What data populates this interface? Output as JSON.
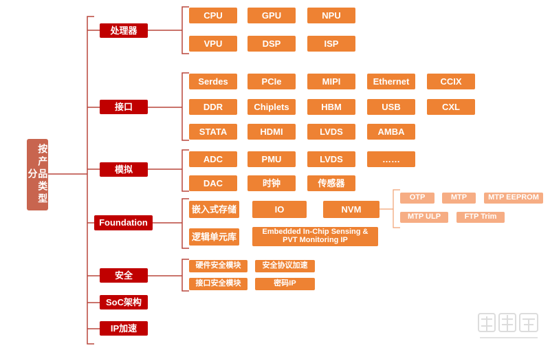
{
  "root": "按产品类型分",
  "categories": {
    "processor": {
      "label": "处理器",
      "items": [
        "CPU",
        "GPU",
        "NPU",
        "VPU",
        "DSP",
        "ISP"
      ]
    },
    "interface": {
      "label": "接口",
      "items": [
        "Serdes",
        "PCIe",
        "MIPI",
        "Ethernet",
        "CCIX",
        "DDR",
        "Chiplets",
        "HBM",
        "USB",
        "CXL",
        "STATA",
        "HDMI",
        "LVDS",
        "AMBA"
      ]
    },
    "analog": {
      "label": "模拟",
      "items": [
        "ADC",
        "PMU",
        "LVDS",
        "……",
        "DAC",
        "时钟",
        "传感器"
      ]
    },
    "foundation": {
      "label": "Foundation",
      "items": [
        "嵌入式存储",
        "IO",
        "NVM",
        "逻辑单元库",
        "Embedded In-Chip Sensing & PVT Monitoring IP"
      ],
      "nvm_sub": [
        "OTP",
        "MTP",
        "MTP EEPROM",
        "MTP ULP",
        "FTP Trim"
      ]
    },
    "security": {
      "label": "安全",
      "items": [
        "硬件安全模块",
        "安全协议加速",
        "接口安全模块",
        "密码IP"
      ]
    },
    "soc": {
      "label": "SoC架构"
    },
    "ip_accel": {
      "label": "IP加速"
    }
  },
  "colors": {
    "root": "#c8654f",
    "category": "#c00000",
    "item": "#ee8233",
    "sub_item": "#f6ad84",
    "bracket": "#b8453a",
    "sub_bracket": "#f0a070"
  }
}
